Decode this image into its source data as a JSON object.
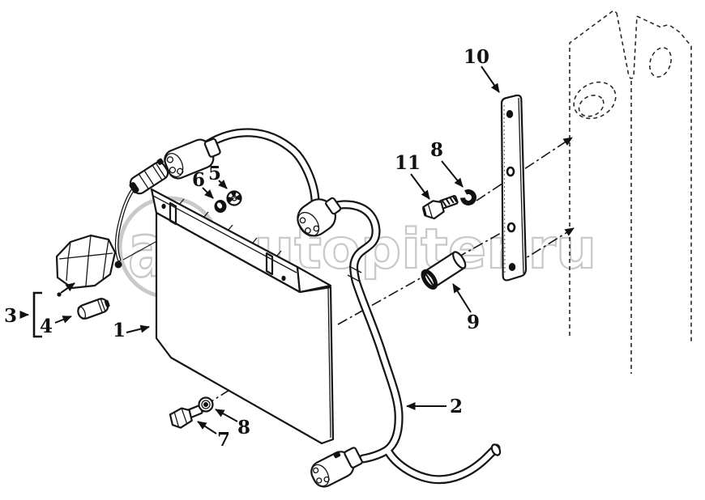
{
  "diagram": {
    "kind": "exploded-parts-diagram",
    "callouts": [
      {
        "label": "1"
      },
      {
        "label": "2"
      },
      {
        "label": "3"
      },
      {
        "label": "4"
      },
      {
        "label": "5"
      },
      {
        "label": "6"
      },
      {
        "label": "7"
      },
      {
        "label": "8"
      },
      {
        "label": "8"
      },
      {
        "label": "9"
      },
      {
        "label": "10"
      },
      {
        "label": "11"
      }
    ]
  },
  "watermark": {
    "logo_text": "a>",
    "site_text": "autopiter.ru"
  },
  "colors": {
    "ink": "#161616",
    "watermark": "#c9c9c9",
    "background": "#ffffff"
  }
}
